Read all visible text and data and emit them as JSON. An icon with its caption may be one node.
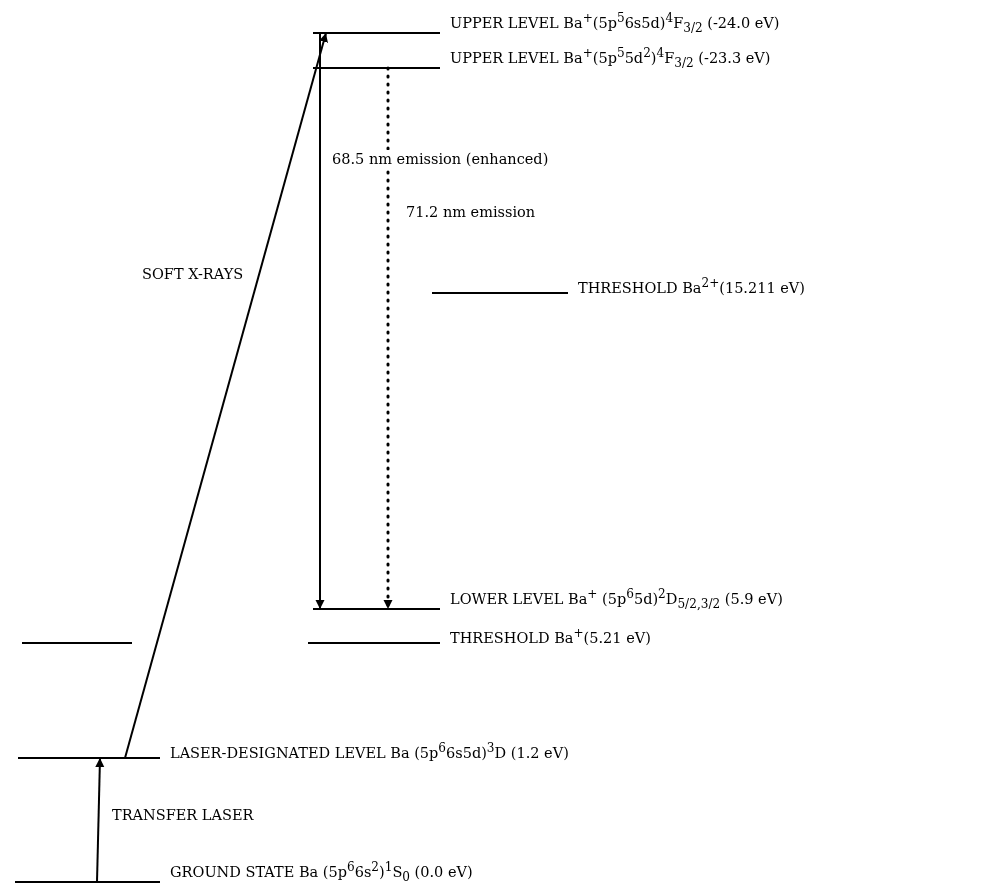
{
  "diagram": {
    "nodes": [
      {
        "text": [
          "UPPER LEVEL Ba$^{+}$(5p$^{5}$6s5d)$^{4}$F$_{3/2}$ (-24.0 eV)"
        ]
      },
      {
        "text": [
          "UPPER LEVEL Ba$^{+}$(5p$^{5}$5d$^{2}$)$^{4}$F$_{3/2}$ (-23.3 eV)"
        ]
      },
      {
        "text": [
          "THRESHOLD Ba$^{2+}$(15.211 eV)"
        ]
      },
      {
        "text": [
          "LOWER LEVEL Ba$^{+}$ (5p$^{6}$5d)$^{2}$D$_{5/2,3/2}$ (5.9 eV)"
        ]
      },
      {
        "text": [],
        "shape": "bar"
      },
      {
        "text": [
          "THRESHOLD Ba$^{+}$(5.21 eV)"
        ]
      },
      {
        "text": [
          "LASER-DESIGNATED LEVEL Ba (5p$^{6}$6s5d)$^{3}$D (1.2 eV)"
        ]
      },
      {
        "text": [
          "GROUND STATE Ba (5p$^{6}$6s$^{2}$)$^{1}$S$_{0}$ (0.0 eV)"
        ]
      }
    ],
    "edges": [
      {
        "from": 7,
        "to": 6,
        "arrow": "to",
        "label": "TRANSFER LASER"
      },
      {
        "from": 6,
        "to": 0,
        "arrow": "to",
        "label": "SOFT X-RAYS"
      },
      {
        "from": 0,
        "to": 3,
        "arrow": "to",
        "label": "68.5 nm emission (enhanced)"
      },
      {
        "from": 1,
        "to": 3,
        "arrow": "to",
        "label": "71.2 nm emission",
        "style": "dashed"
      }
    ]
  }
}
